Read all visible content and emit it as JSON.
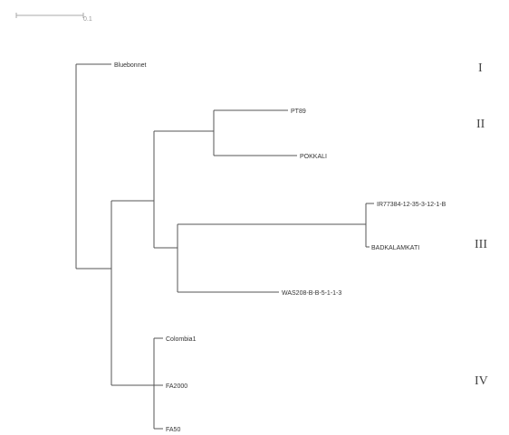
{
  "scale_bar": {
    "label": "0.1"
  },
  "leaves": [
    {
      "id": "bluebonnet",
      "label": "Bluebonnet"
    },
    {
      "id": "pt89",
      "label": "PT89"
    },
    {
      "id": "pokkali",
      "label": "POKKALI"
    },
    {
      "id": "ir77384",
      "label": "IR77384-12-35-3-12-1-B"
    },
    {
      "id": "badkalamkati",
      "label": "BADKALAMKATI"
    },
    {
      "id": "was208",
      "label": "WAS208-B-B-5-1-1-3"
    },
    {
      "id": "colombia1",
      "label": "Colombia1"
    },
    {
      "id": "fa2000",
      "label": "FA2000"
    },
    {
      "id": "fa50",
      "label": "FA50"
    }
  ],
  "groups": [
    {
      "id": "group-1",
      "label": "I"
    },
    {
      "id": "group-2",
      "label": "II"
    },
    {
      "id": "group-3",
      "label": "III"
    },
    {
      "id": "group-4",
      "label": "IV"
    }
  ]
}
